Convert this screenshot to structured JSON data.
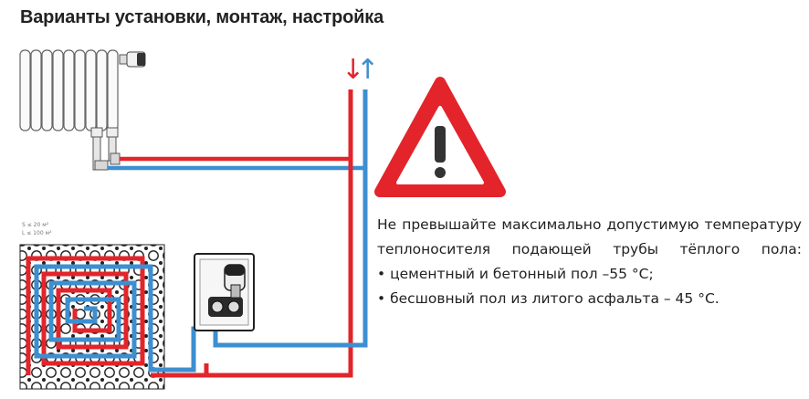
{
  "title": "Варианты установки, монтаж, настройка",
  "floor_area": {
    "area_label": "S ≤ 20 м²",
    "length_label": "L ≤ 100 м²"
  },
  "flow_arrows": {
    "supply": "↓",
    "return": "↑"
  },
  "colors": {
    "supply": "#e3242b",
    "return": "#3c8fd0",
    "warning": "#e3242b"
  },
  "warning": {
    "icon": "warning-triangle-icon",
    "text": "Не превышайте максимально допустимую температуру теплоносителя подающей трубы тёплого пола:",
    "items": [
      "цементный и бетонный пол –55 °С;",
      "бесшовный пол из литого асфальта – 45 °С."
    ]
  }
}
